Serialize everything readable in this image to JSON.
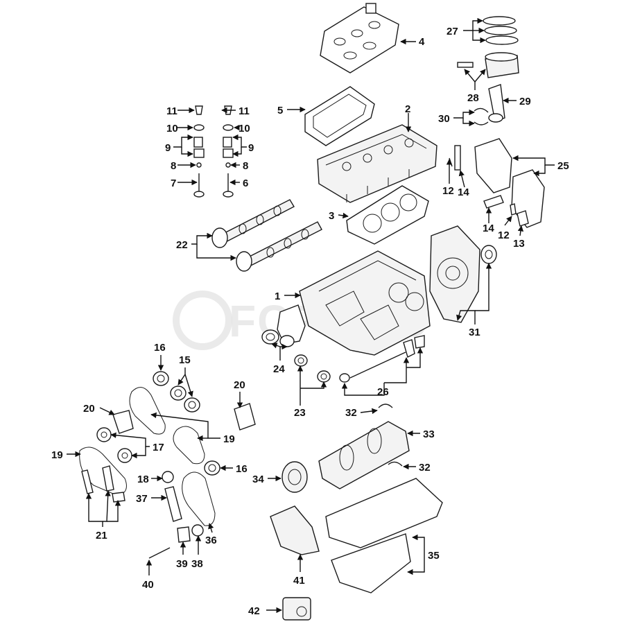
{
  "watermark": {
    "text": "FCPEuro"
  },
  "callouts": [
    "1",
    "2",
    "3",
    "4",
    "5",
    "6",
    "7",
    "8",
    "9",
    "10",
    "11",
    "12",
    "13",
    "14",
    "15",
    "16",
    "17",
    "18",
    "19",
    "20",
    "21",
    "22",
    "23",
    "24",
    "25",
    "26",
    "27",
    "28",
    "29",
    "30",
    "31",
    "32",
    "33",
    "34",
    "35",
    "36",
    "37",
    "38",
    "39",
    "40",
    "41",
    "42"
  ]
}
